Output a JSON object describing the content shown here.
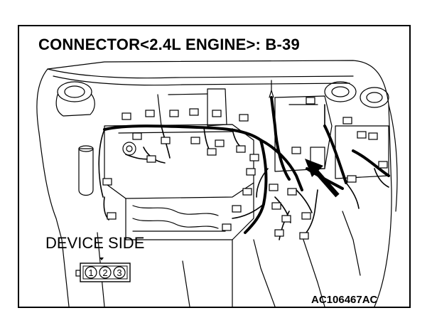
{
  "title": "CONNECTOR<2.4L ENGINE>: B-39",
  "device_label": "DEVICE SIDE",
  "connector_pins": [
    "1",
    "2",
    "3"
  ],
  "reference_code": "AC106467AC",
  "colors": {
    "line": "#000000",
    "background": "#ffffff"
  }
}
